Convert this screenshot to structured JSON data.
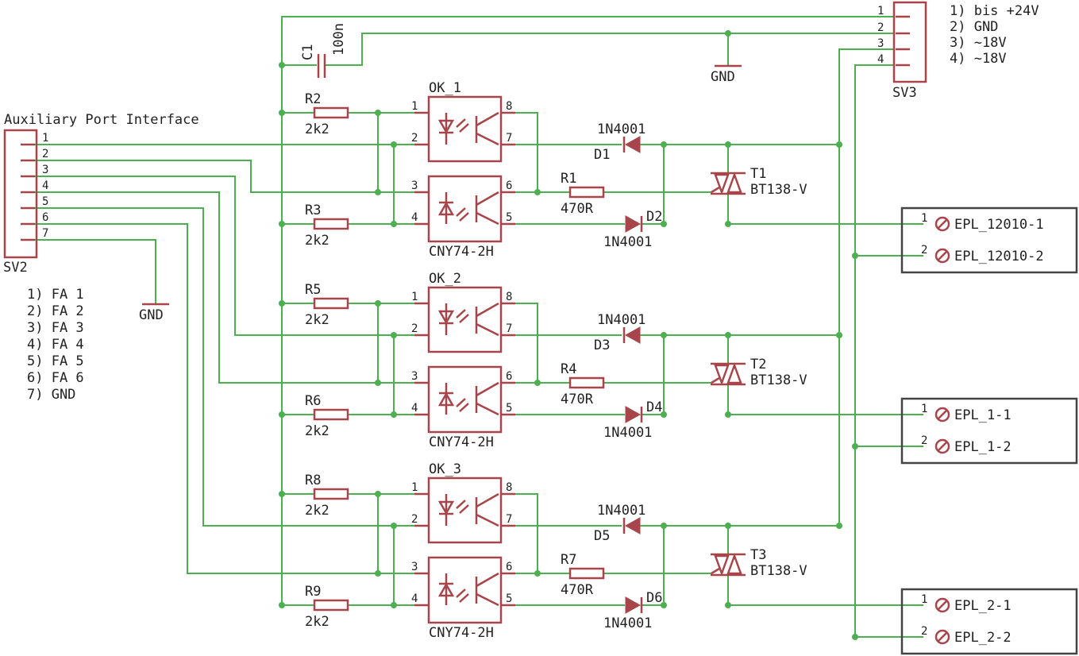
{
  "colors": {
    "wire": "#4caf50",
    "part": "#a8454a",
    "text": "#222222",
    "frame": "#444444"
  },
  "sv2": {
    "title": "Auxiliary Port Interface",
    "name": "SV2",
    "pins": [
      "1",
      "2",
      "3",
      "4",
      "5",
      "6",
      "7"
    ],
    "legend": [
      "1) FA 1",
      "2) FA 2",
      "3) FA 3",
      "4) FA 4",
      "5) FA 5",
      "6) FA 6",
      "7) GND"
    ],
    "gnd": "GND"
  },
  "sv3": {
    "name": "SV3",
    "pins": [
      "1",
      "2",
      "3",
      "4"
    ],
    "legend": [
      "1) bis +24V",
      "2) GND",
      "3) ~18V",
      "4) ~18V"
    ],
    "gnd": "GND"
  },
  "c1": {
    "name": "C1",
    "value": "100n"
  },
  "channels": [
    {
      "ok": "OK_1",
      "ok_type": "CNY74-2H",
      "pins": {
        "p1": "1",
        "p2": "2",
        "p3": "3",
        "p4": "4",
        "p5": "5",
        "p6": "6",
        "p7": "7",
        "p8": "8"
      },
      "r_top": {
        "name": "R2",
        "value": "2k2"
      },
      "r_bot": {
        "name": "R3",
        "value": "2k2"
      },
      "r_gate": {
        "name": "R1",
        "value": "470R"
      },
      "d_top": {
        "name": "D1",
        "value": "1N4001"
      },
      "d_bot": {
        "name": "D2",
        "value": "1N4001"
      },
      "triac": {
        "name": "T1",
        "value": "BT138-V"
      },
      "connector": {
        "pin1": "1",
        "pin2": "2",
        "label1": "EPL_12010-1",
        "label2": "EPL_12010-2"
      }
    },
    {
      "ok": "OK_2",
      "ok_type": "CNY74-2H",
      "pins": {
        "p1": "1",
        "p2": "2",
        "p3": "3",
        "p4": "4",
        "p5": "5",
        "p6": "6",
        "p7": "7",
        "p8": "8"
      },
      "r_top": {
        "name": "R5",
        "value": "2k2"
      },
      "r_bot": {
        "name": "R6",
        "value": "2k2"
      },
      "r_gate": {
        "name": "R4",
        "value": "470R"
      },
      "d_top": {
        "name": "D3",
        "value": "1N4001"
      },
      "d_bot": {
        "name": "D4",
        "value": "1N4001"
      },
      "triac": {
        "name": "T2",
        "value": "BT138-V"
      },
      "connector": {
        "pin1": "1",
        "pin2": "2",
        "label1": "EPL_1-1",
        "label2": "EPL_1-2"
      }
    },
    {
      "ok": "OK_3",
      "ok_type": "CNY74-2H",
      "pins": {
        "p1": "1",
        "p2": "2",
        "p3": "3",
        "p4": "4",
        "p5": "5",
        "p6": "6",
        "p7": "7",
        "p8": "8"
      },
      "r_top": {
        "name": "R8",
        "value": "2k2"
      },
      "r_bot": {
        "name": "R9",
        "value": "2k2"
      },
      "r_gate": {
        "name": "R7",
        "value": "470R"
      },
      "d_top": {
        "name": "D5",
        "value": "1N4001"
      },
      "d_bot": {
        "name": "D6",
        "value": "1N4001"
      },
      "triac": {
        "name": "T3",
        "value": "BT138-V"
      },
      "connector": {
        "pin1": "1",
        "pin2": "2",
        "label1": "EPL_2-1",
        "label2": "EPL_2-2"
      }
    }
  ]
}
